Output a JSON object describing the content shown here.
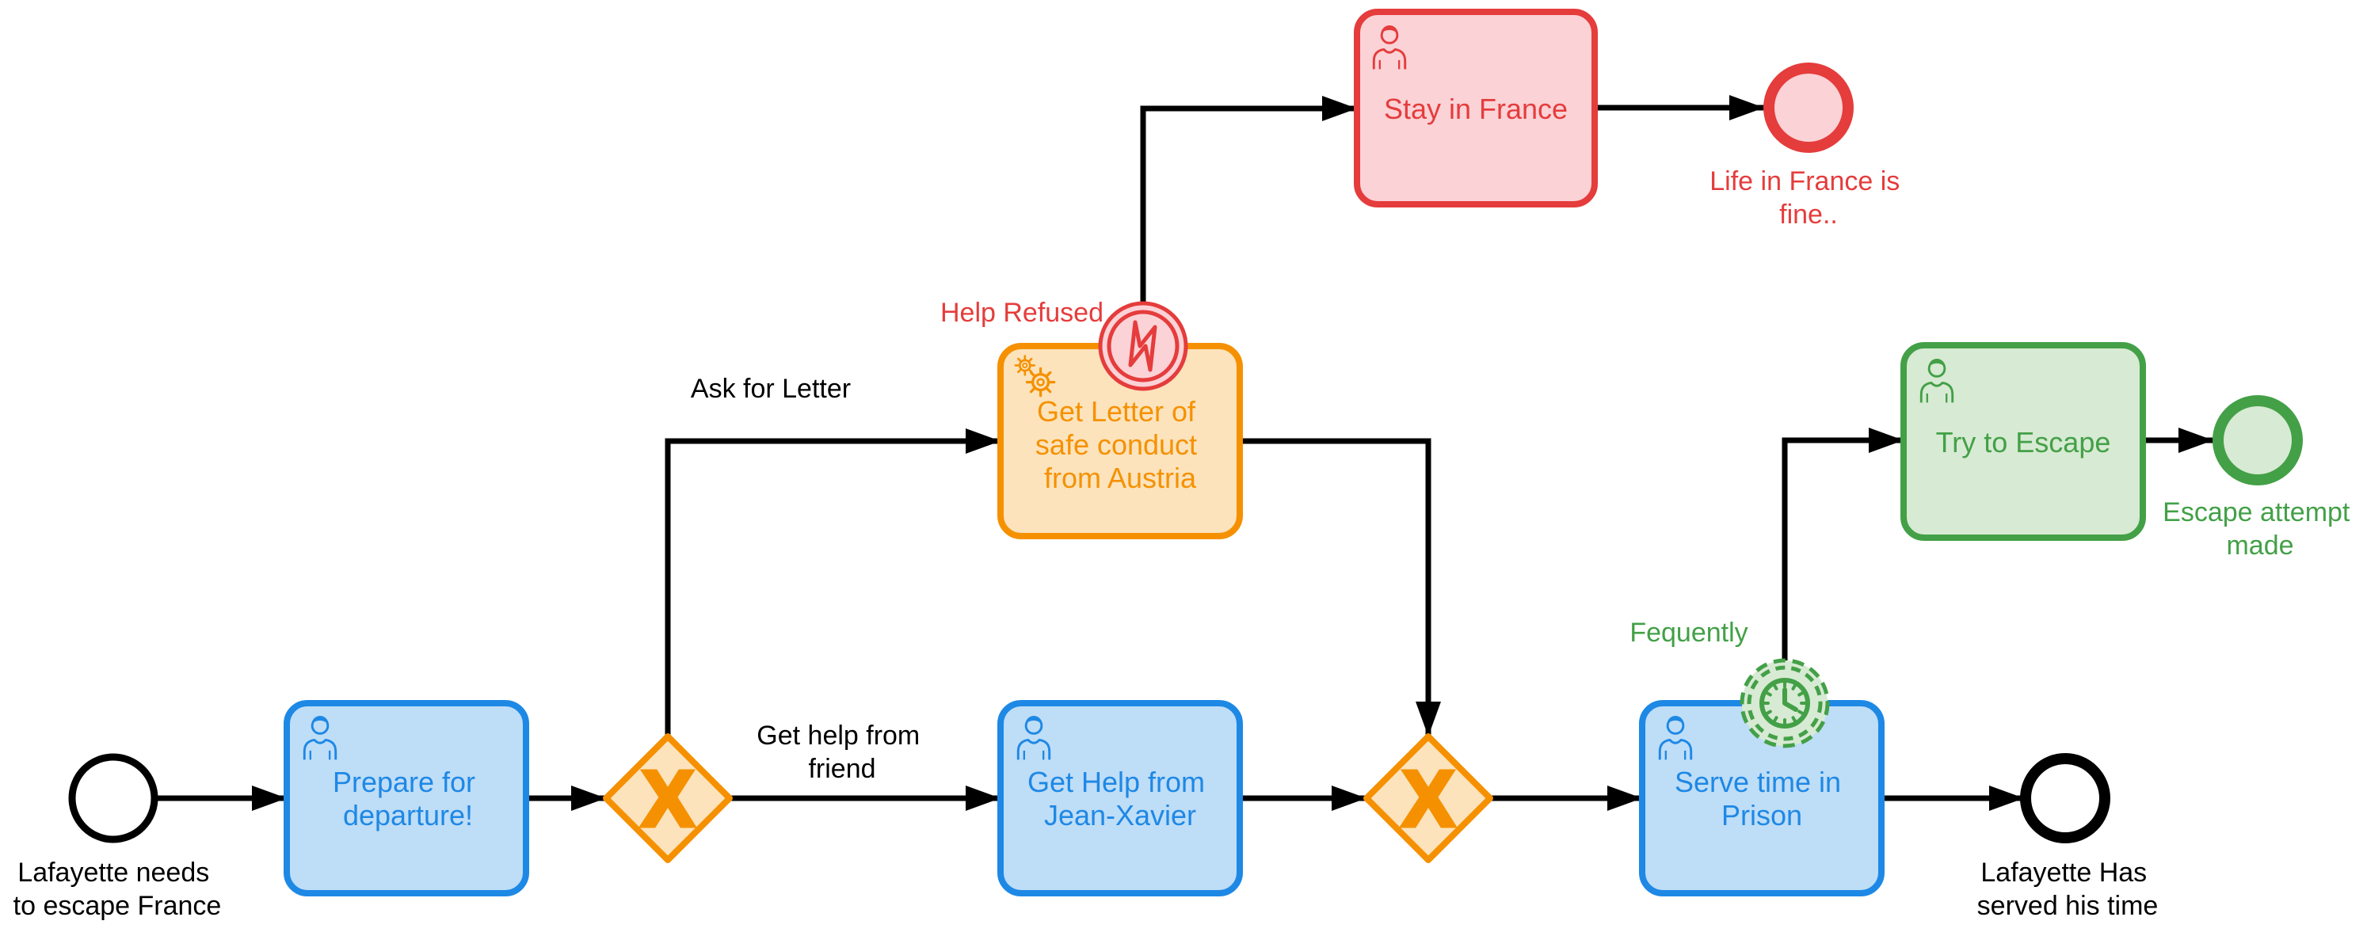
{
  "diagram": {
    "kind": "BPMN process diagram",
    "colors": {
      "blue_stroke": "#1E88E5",
      "blue_fill": "#BEDDF7",
      "orange_stroke": "#F59100",
      "orange_fill": "#FCE3BC",
      "red_stroke": "#E53C3C",
      "red_fill": "#FBD2D6",
      "green_stroke": "#43A047",
      "green_fill": "#D7EAD3",
      "flow": "#000000"
    }
  },
  "events": {
    "start": {
      "label_line1": "Lafayette needs",
      "label_line2": "to escape France"
    },
    "end_served": {
      "label_line1": "Lafayette Has",
      "label_line2": "served his time"
    },
    "end_france": {
      "label_line1": "Life in France is",
      "label_line2": "fine.."
    },
    "end_escape": {
      "label_line1": "Escape attempt",
      "label_line2": "made"
    },
    "boundary_error": {
      "label": "Help Refused"
    },
    "boundary_timer": {
      "label": "Fequently"
    }
  },
  "tasks": {
    "prepare": {
      "line1": "Prepare for",
      "line2": "departure!"
    },
    "get_letter": {
      "line1": "Get Letter of",
      "line2": "safe conduct",
      "line3": "from Austria"
    },
    "stay_in_france": {
      "line1": "Stay in France"
    },
    "get_help": {
      "line1": "Get Help from",
      "line2": "Jean-Xavier"
    },
    "serve_time": {
      "line1": "Serve time in",
      "line2": "Prison"
    },
    "try_escape": {
      "line1": "Try to Escape"
    }
  },
  "gateways": {
    "split": {
      "symbol": "X"
    },
    "join": {
      "symbol": "X"
    }
  },
  "flow_labels": {
    "ask_letter": "Ask for Letter",
    "get_help_line1": "Get help from",
    "get_help_line2": "friend"
  }
}
